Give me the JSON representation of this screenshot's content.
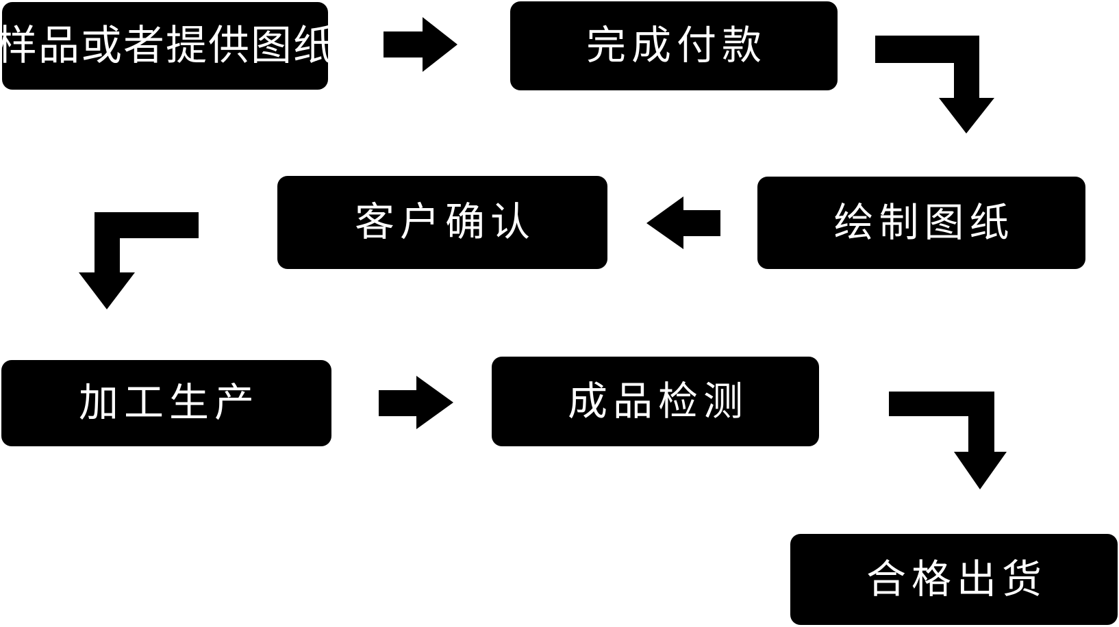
{
  "diagram": {
    "type": "flowchart",
    "background_color": "#ffffff",
    "node_fill_color": "#000000",
    "node_text_color": "#ffffff",
    "arrow_color": "#000000",
    "steps": [
      {
        "label": "样品或者提供图纸"
      },
      {
        "label": "完成付款"
      },
      {
        "label": "绘制图纸"
      },
      {
        "label": "客户确认"
      },
      {
        "label": "加工生产"
      },
      {
        "label": "成品检测"
      },
      {
        "label": "合格出货"
      }
    ],
    "flow_order": [
      "样品或者提供图纸",
      "完成付款",
      "绘制图纸",
      "客户确认",
      "加工生产",
      "成品检测",
      "合格出货"
    ]
  }
}
